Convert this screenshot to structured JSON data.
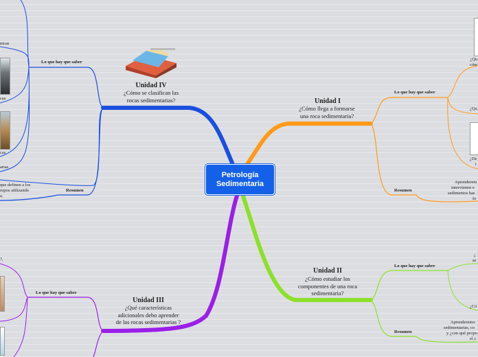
{
  "center": {
    "line1": "Petrología",
    "line2": "Sedimentaria"
  },
  "units": [
    {
      "title": "Unidad IV",
      "lines": [
        "¿Cómo se clasifican las",
        "rocas sedimentarias?"
      ],
      "color": "#1a4fe0"
    },
    {
      "title": "Unidad I",
      "lines": [
        "¿Cómo llega a formarse",
        "una roca sedimentaria?"
      ],
      "color": "#ff9a1a"
    },
    {
      "title": "Unidad II",
      "lines": [
        "¿Cómo estudiar los",
        "componentes de una roca",
        "sedimentaria?"
      ],
      "color": "#8de02a"
    },
    {
      "title": "Unidad III",
      "lines": [
        "¿Qué características",
        "adicionales debo aprender",
        "de las rocas sedimentarias ?"
      ],
      "color": "#9b1fe8"
    }
  ],
  "edges": {
    "saber": "Lo que hay que saber",
    "resumen": "Resumen"
  },
  "left_fragments": [
    "nicas",
    "cas",
    "cas",
    "arias",
    "que definen a los",
    "rupos utilizando",
    "a.",
    "?,"
  ],
  "right_fragments": {
    "u1_top": [
      "¿Qu",
      "cóm"
    ],
    "u1_mid": "¿Qu",
    "u1_low": [
      "¿De",
      "r"
    ],
    "u1_sum": [
      "Aprenderem",
      "intervienen e",
      "sedimentos has",
      "fo"
    ],
    "u2_top": [
      "¿",
      "se"
    ],
    "u2_mid": "¿Có",
    "u2_sum": [
      "Aprenderemo",
      "sedimentarias, co",
      "y ¿con qué propo",
      "el c"
    ]
  }
}
